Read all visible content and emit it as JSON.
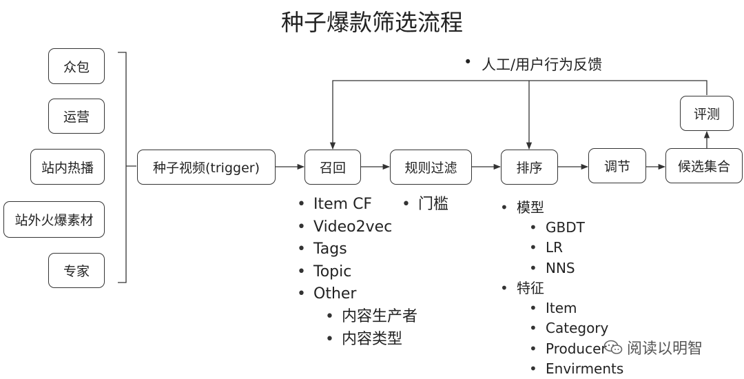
{
  "title": "种子爆款筛选流程",
  "sources": [
    "众包",
    "运营",
    "站内热播",
    "站外火爆素材",
    "专家"
  ],
  "nodes": {
    "seed": "种子视频(trigger)",
    "recall": "召回",
    "filter": "规则过滤",
    "sort": "排序",
    "adjust": "调节",
    "candidates": "候选集合",
    "eval": "评测"
  },
  "feedback": "人工/用户行为反馈",
  "recall_methods": {
    "items": [
      "Item CF",
      "Video2vec",
      "Tags",
      "Topic",
      "Other"
    ],
    "other_sub": [
      "内容生产者",
      "内容类型"
    ]
  },
  "filter_rules": [
    "门槛"
  ],
  "sort_details": {
    "model_label": "模型",
    "models": [
      "GBDT",
      "LR",
      "NNS"
    ],
    "feature_label": "特征",
    "features": [
      "Item",
      "Category",
      "Producer",
      "Envirments"
    ]
  },
  "watermark": "阅读以明智",
  "colors": {
    "line": "#333333",
    "text": "#222222"
  }
}
